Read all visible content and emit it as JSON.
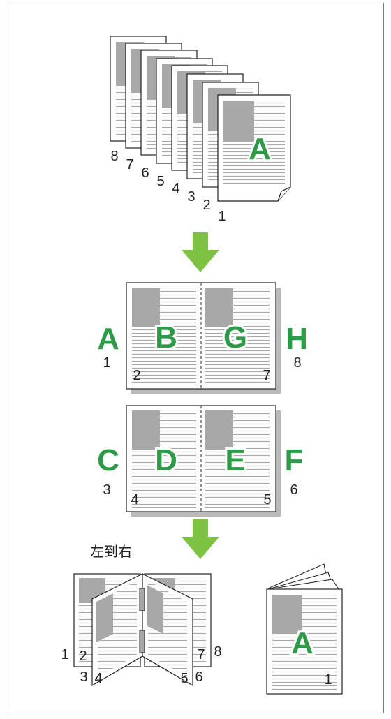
{
  "stack": {
    "page_numbers": [
      "8",
      "7",
      "6",
      "5",
      "4",
      "3",
      "2",
      "1"
    ],
    "front_letter": "A"
  },
  "sheet1": {
    "outer_left_letter": "A",
    "outer_left_number": "1",
    "inner_left_letter": "B",
    "inner_left_number": "2",
    "inner_right_letter": "G",
    "inner_right_number": "7",
    "outer_right_letter": "H",
    "outer_right_number": "8"
  },
  "sheet2": {
    "outer_left_letter": "C",
    "outer_left_number": "3",
    "inner_left_letter": "D",
    "inner_left_number": "4",
    "inner_right_letter": "E",
    "inner_right_number": "5",
    "outer_right_letter": "F",
    "outer_right_number": "6"
  },
  "booklet": {
    "caption": "左到右",
    "left_numbers": [
      "1",
      "2",
      "3",
      "4"
    ],
    "right_numbers": [
      "7",
      "8",
      "5",
      "6"
    ]
  },
  "closed_booklet": {
    "letter": "A",
    "number": "1"
  },
  "colors": {
    "accent_green": "#2e9a48",
    "arrow_green": "#7dc242",
    "image_gray": "#a8a8a8",
    "shadow_gray": "#b9b9b9"
  }
}
